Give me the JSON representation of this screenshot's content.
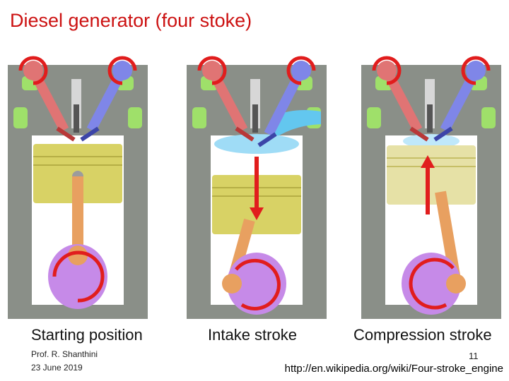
{
  "slide": {
    "title": "Diesel generator (four stoke)",
    "author": "Prof. R. Shanthini",
    "date": "23 June 2019",
    "page_number": "11",
    "source_url": "http://en.wikipedia.org/wiki/Four-stroke_engine"
  },
  "panels": [
    {
      "caption": "Starting position",
      "piston_arrow": "none",
      "intake_charge": "none"
    },
    {
      "caption": "Intake stroke",
      "piston_arrow": "down",
      "intake_charge": "air"
    },
    {
      "caption": "Compression stroke",
      "piston_arrow": "up",
      "intake_charge": "compressed"
    }
  ],
  "colors": {
    "title": "#cc1111",
    "cylinder": "#8a8f88",
    "water_jacket": "#9fe06a",
    "piston": "#d8d265",
    "rod": "#e8a060",
    "crank": "#c68ae8",
    "intake_valve": "#7f86e8",
    "exhaust_valve": "#e07474",
    "arrow": "#e11d1d",
    "air": "#63c7ef"
  }
}
